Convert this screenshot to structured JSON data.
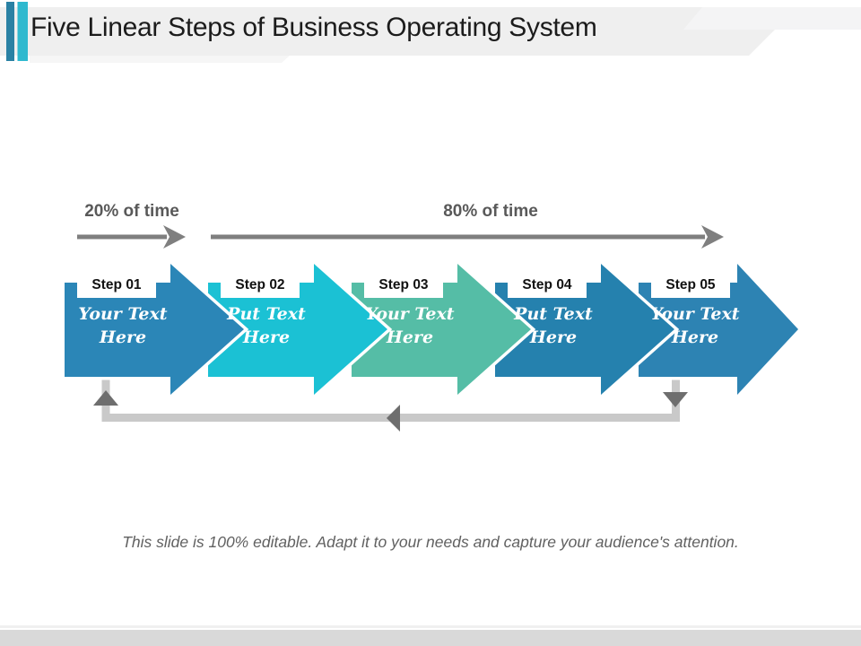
{
  "slide": {
    "title": "Five Linear Steps of Business Operating System",
    "footer_note": "This slide is 100% editable. Adapt it to your needs and capture your audience's attention."
  },
  "timeline": {
    "left_label": "20% of time",
    "right_label": "80% of time",
    "arrow_color": "#7f7f7f"
  },
  "steps": [
    {
      "label": "Step 01",
      "lines": [
        "Your Text",
        "Here"
      ],
      "color": "#2b86b7"
    },
    {
      "label": "Step 02",
      "lines": [
        "Put Text",
        "Here"
      ],
      "color": "#1bc1d4"
    },
    {
      "label": "Step 03",
      "lines": [
        "Your Text",
        "Here"
      ],
      "color": "#55bda6"
    },
    {
      "label": "Step 04",
      "lines": [
        "Put Text",
        "Here"
      ],
      "color": "#2581ae"
    },
    {
      "label": "Step 05",
      "lines": [
        "Your Text",
        "Here"
      ],
      "color": "#2d83b3"
    }
  ],
  "loop": {
    "track_color": "#c9c9c9",
    "arrow_color": "#6e6e6e"
  },
  "accents": {
    "bar_left_color": "#2a81a4",
    "bar_right_color": "#2fb9cf",
    "header_band_color": "#efefef",
    "footer_band_color": "#d9d9d9"
  }
}
